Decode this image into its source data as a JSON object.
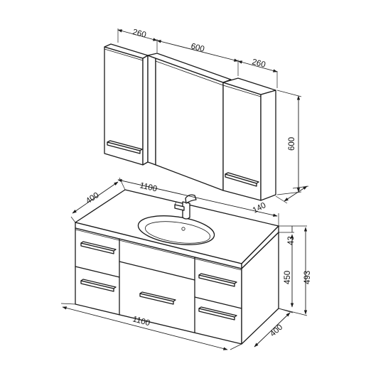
{
  "dimensions": {
    "mirror_left_width": "260",
    "mirror_center_width": "600",
    "mirror_right_width": "260",
    "mirror_height": "600",
    "mirror_depth": "140",
    "vanity_top_width": "1100",
    "vanity_top_depth": "400",
    "vanity_bottom_width": "1100",
    "vanity_bottom_depth": "400",
    "countertop_thickness": "43",
    "cabinet_height": "450",
    "total_height": "493"
  },
  "colors": {
    "line": "#1a1a1a",
    "background": "#ffffff"
  }
}
